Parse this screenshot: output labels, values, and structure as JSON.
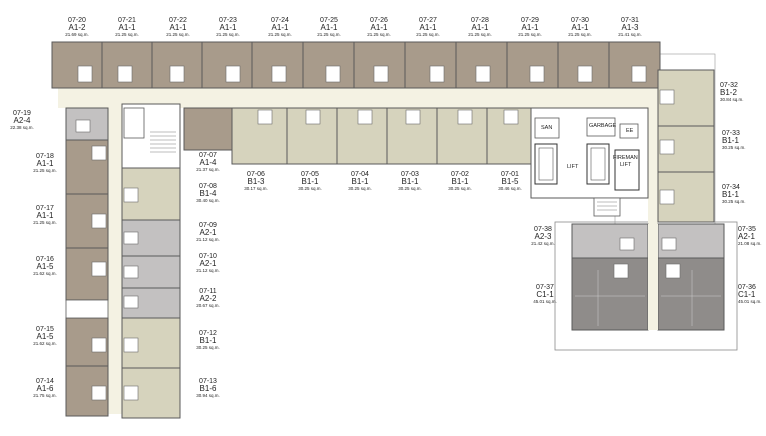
{
  "units": [
    {
      "id": "u0720",
      "code": "07-20",
      "type": "A1-2",
      "area": "21.69 sq.m."
    },
    {
      "id": "u0721",
      "code": "07-21",
      "type": "A1-1",
      "area": "21.25 sq.m."
    },
    {
      "id": "u0722",
      "code": "07-22",
      "type": "A1-1",
      "area": "21.25 sq.m."
    },
    {
      "id": "u0723",
      "code": "07-23",
      "type": "A1-1",
      "area": "21.25 sq.m."
    },
    {
      "id": "u0724",
      "code": "07-24",
      "type": "A1-1",
      "area": "21.25 sq.m."
    },
    {
      "id": "u0725",
      "code": "07-25",
      "type": "A1-1",
      "area": "21.25 sq.m."
    },
    {
      "id": "u0726",
      "code": "07-26",
      "type": "A1-1",
      "area": "21.25 sq.m."
    },
    {
      "id": "u0727",
      "code": "07-27",
      "type": "A1-1",
      "area": "21.25 sq.m."
    },
    {
      "id": "u0728",
      "code": "07-28",
      "type": "A1-1",
      "area": "21.25 sq.m."
    },
    {
      "id": "u0729",
      "code": "07-29",
      "type": "A1-1",
      "area": "21.25 sq.m."
    },
    {
      "id": "u0730",
      "code": "07-30",
      "type": "A1-1",
      "area": "21.25 sq.m."
    },
    {
      "id": "u0731",
      "code": "07-31",
      "type": "A1-3",
      "area": "21.41 sq.m."
    },
    {
      "id": "u0732",
      "code": "07-32",
      "type": "B1-2",
      "area": "30.84 sq.m."
    },
    {
      "id": "u0733",
      "code": "07-33",
      "type": "B1-1",
      "area": "30.25 sq.m."
    },
    {
      "id": "u0734",
      "code": "07-34",
      "type": "B1-1",
      "area": "30.25 sq.m."
    },
    {
      "id": "u0735",
      "code": "07-35",
      "type": "A2-1",
      "area": "21.08 sq.m."
    },
    {
      "id": "u0736",
      "code": "07-36",
      "type": "C1-1",
      "area": "45.01 sq.m."
    },
    {
      "id": "u0737",
      "code": "07-37",
      "type": "C1-1",
      "area": "45.01 sq.m."
    },
    {
      "id": "u0738",
      "code": "07-38",
      "type": "A2-3",
      "area": "21.42 sq.m."
    },
    {
      "id": "u0701",
      "code": "07-01",
      "type": "B1-5",
      "area": "30.46 sq.m."
    },
    {
      "id": "u0702",
      "code": "07-02",
      "type": "B1-1",
      "area": "30.25 sq.m."
    },
    {
      "id": "u0703",
      "code": "07-03",
      "type": "B1-1",
      "area": "30.25 sq.m."
    },
    {
      "id": "u0704",
      "code": "07-04",
      "type": "B1-1",
      "area": "30.25 sq.m."
    },
    {
      "id": "u0705",
      "code": "07-05",
      "type": "B1-1",
      "area": "30.25 sq.m."
    },
    {
      "id": "u0706",
      "code": "07-06",
      "type": "B1-3",
      "area": "30.17 sq.m."
    },
    {
      "id": "u0707",
      "code": "07-07",
      "type": "A1-4",
      "area": "21.37 sq.m."
    },
    {
      "id": "u0708",
      "code": "07-08",
      "type": "B1-4",
      "area": "30.40 sq.m."
    },
    {
      "id": "u0709",
      "code": "07-09",
      "type": "A2-1",
      "area": "21.12 sq.m."
    },
    {
      "id": "u0710",
      "code": "07-10",
      "type": "A2-1",
      "area": "21.12 sq.m."
    },
    {
      "id": "u0711",
      "code": "07-11",
      "type": "A2-2",
      "area": "20.67 sq.m."
    },
    {
      "id": "u0712",
      "code": "07-12",
      "type": "B1-1",
      "area": "30.25 sq.m."
    },
    {
      "id": "u0713",
      "code": "07-13",
      "type": "B1-6",
      "area": "30.94 sq.m."
    },
    {
      "id": "u0714",
      "code": "07-14",
      "type": "A1-6",
      "area": "21.75 sq.m."
    },
    {
      "id": "u0715",
      "code": "07-15",
      "type": "A1-5",
      "area": "21.62 sq.m."
    },
    {
      "id": "u0716",
      "code": "07-16",
      "type": "A1-5",
      "area": "21.62 sq.m."
    },
    {
      "id": "u0717",
      "code": "07-17",
      "type": "A1-1",
      "area": "21.25 sq.m."
    },
    {
      "id": "u0718",
      "code": "07-18",
      "type": "A1-1",
      "area": "21.25 sq.m."
    },
    {
      "id": "u0719",
      "code": "07-19",
      "type": "A2-4",
      "area": "22.38 sq.m."
    }
  ],
  "services": {
    "san": "SAN",
    "garbage": "GARBAGE",
    "ee": "EE",
    "lift_left": "LIFT",
    "fireman": "FIREMAN",
    "lift_right": "LIFT"
  },
  "colors": {
    "unit_fill": "#d6d3bd",
    "corner_fill": "#a89b8b",
    "grey_fill": "#c3c1c1",
    "dark_fill": "#8f8c8a",
    "corridor": "#f4f2e3",
    "wall": "#5a5a5a"
  }
}
